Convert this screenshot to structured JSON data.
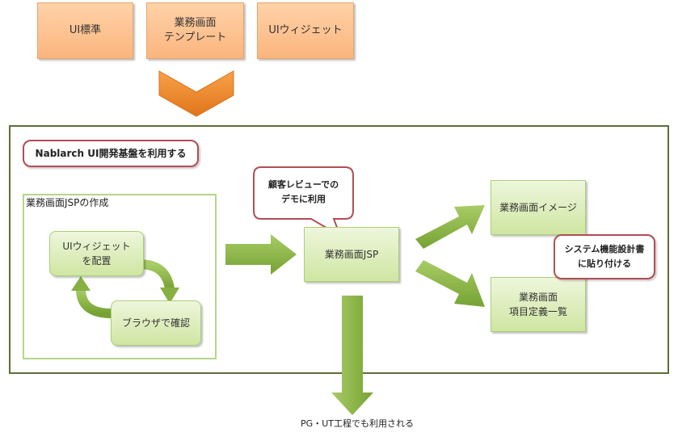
{
  "top_boxes": [
    {
      "label": "UI標準"
    },
    {
      "label": "業務画面\nテンプレート"
    },
    {
      "label": "UIウィジェット"
    }
  ],
  "platform_label": "Nablarch UI開発基盤を利用する",
  "creation": {
    "title": "業務画面JSPの作成",
    "step_place": "UIウィジェット\nを配置",
    "step_check": "ブラウザで確認"
  },
  "review_callout": "顧客レビューでの\nデモに利用",
  "jsp_box": "業務画面JSP",
  "image_box": "業務画面イメージ",
  "list_box": "業務画面\n項目定義一覧",
  "spec_callout": "システム機能設計書\nに貼り付ける",
  "bottom_text": "PG・UT工程でも利用される",
  "colors": {
    "orange": "#fbb57e",
    "green": "#cfe6a2",
    "arrow_green": "#8ab34a",
    "callout_border": "#b14e54",
    "frame": "#5b6e3a"
  }
}
